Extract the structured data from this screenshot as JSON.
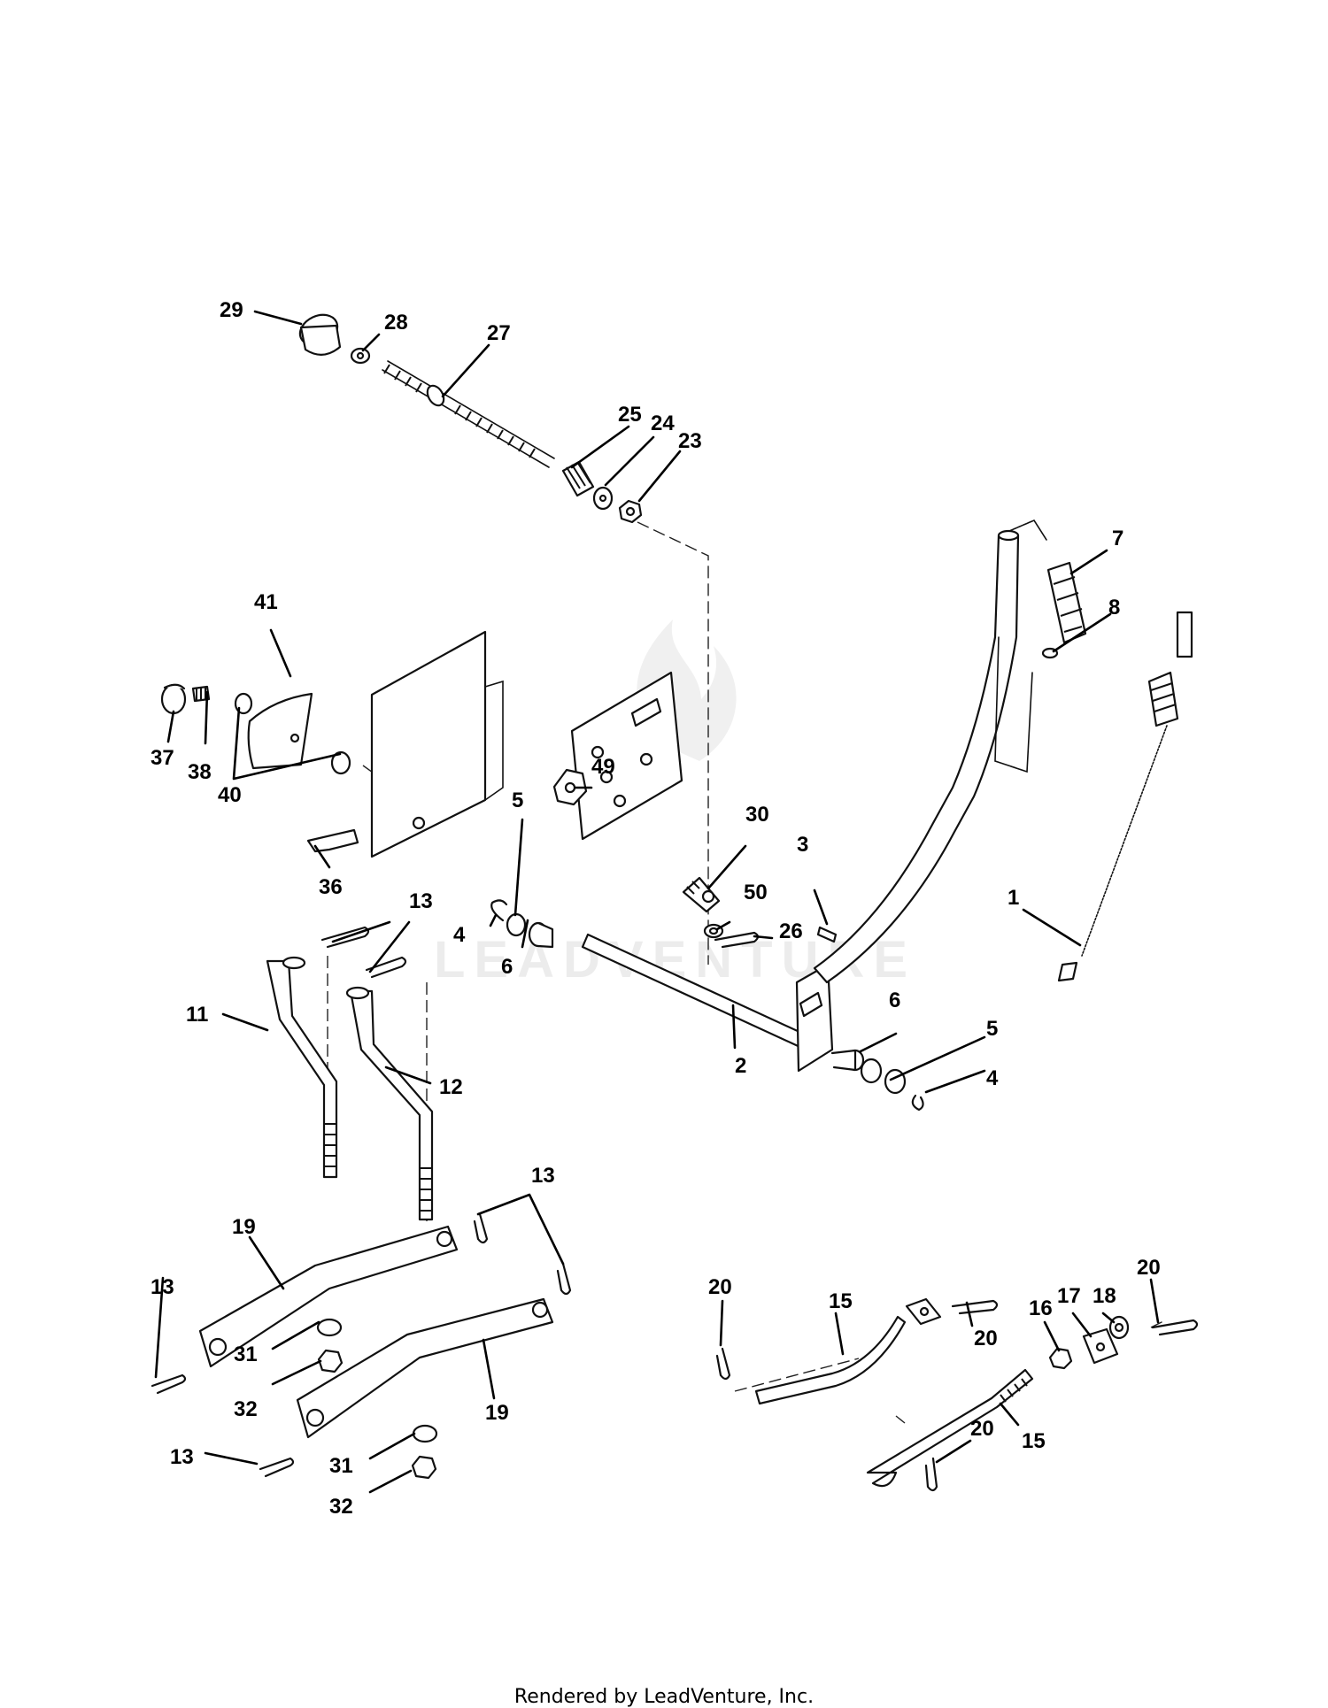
{
  "diagram": {
    "callouts": [
      "29",
      "28",
      "27",
      "25",
      "24",
      "23",
      "41",
      "37",
      "38",
      "40",
      "36",
      "49",
      "5",
      "4",
      "6",
      "30",
      "3",
      "50",
      "26",
      "7",
      "8",
      "1",
      "13",
      "11",
      "12",
      "2",
      "6",
      "5",
      "4",
      "13",
      "19",
      "13",
      "31",
      "32",
      "19",
      "13",
      "31",
      "32",
      "20",
      "15",
      "20",
      "16",
      "17",
      "18",
      "20",
      "20",
      "15"
    ],
    "watermark": "LEADVENTURE"
  },
  "footer": {
    "text": "Rendered by LeadVenture, Inc."
  }
}
